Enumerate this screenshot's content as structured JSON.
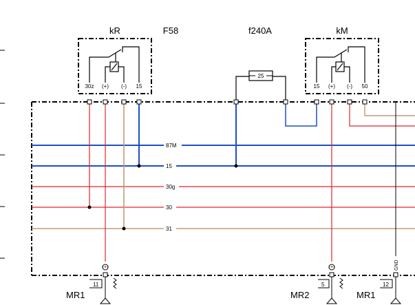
{
  "relays": {
    "kr": {
      "name": "kR",
      "pins": [
        "30z",
        "(+)",
        "(-)",
        "15"
      ]
    },
    "km": {
      "name": "kM",
      "pins": [
        "15",
        "(+)",
        "(-)",
        "50"
      ]
    }
  },
  "fuse_block": {
    "id": "F58"
  },
  "fuse": {
    "id": "f240A",
    "rating": "25"
  },
  "bus_lines": {
    "l87m": "87M",
    "l15": "15",
    "l30g": "30g",
    "l30": "30",
    "l31": "31"
  },
  "connectors": {
    "mr1_left": {
      "name": "MR1",
      "pin": "11",
      "polarity": "(+)"
    },
    "mr2": {
      "name": "MR2",
      "pin": "5",
      "polarity": "(+)"
    },
    "mr1_right": {
      "name": "MR1",
      "pin": "12",
      "polarity": "GND"
    }
  },
  "colors": {
    "blue": "#1c4fc4",
    "red": "#e0252b",
    "tan": "#c29a78",
    "black": "#000000"
  }
}
